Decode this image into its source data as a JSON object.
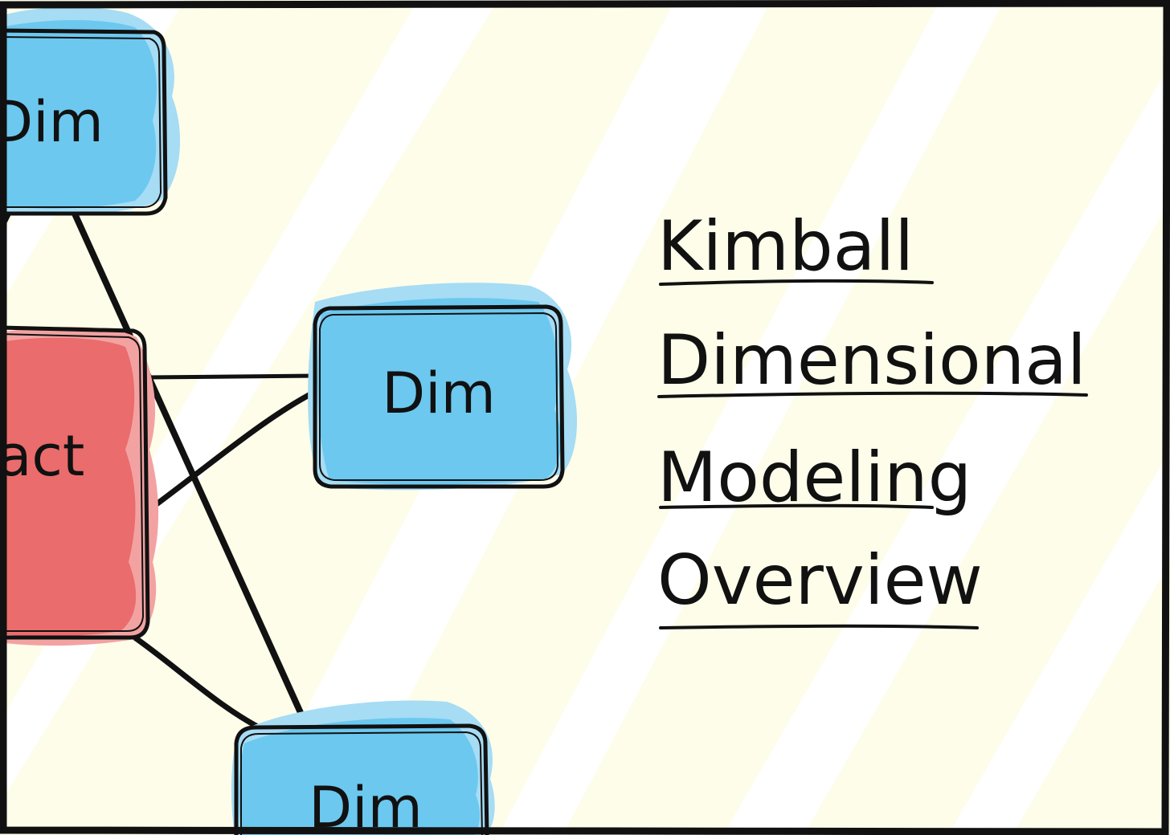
{
  "diagram": {
    "colors": {
      "background": "#fdfdea",
      "stripe": "#ffffff",
      "dim_fill": "#6cc8ef",
      "dim_light": "#a6dcf4",
      "fact_fill": "#ea6c6c",
      "fact_light": "#f3a2a2",
      "stroke": "#111111"
    },
    "nodes": {
      "dim_top": {
        "label": "Dim"
      },
      "dim_mid": {
        "label": "Dim"
      },
      "dim_bottom": {
        "label": "Dim"
      },
      "fact": {
        "label": "Fact"
      }
    },
    "title": {
      "lines": [
        "Kimball",
        "Dimensional",
        "Modeling",
        "Overview"
      ]
    }
  }
}
